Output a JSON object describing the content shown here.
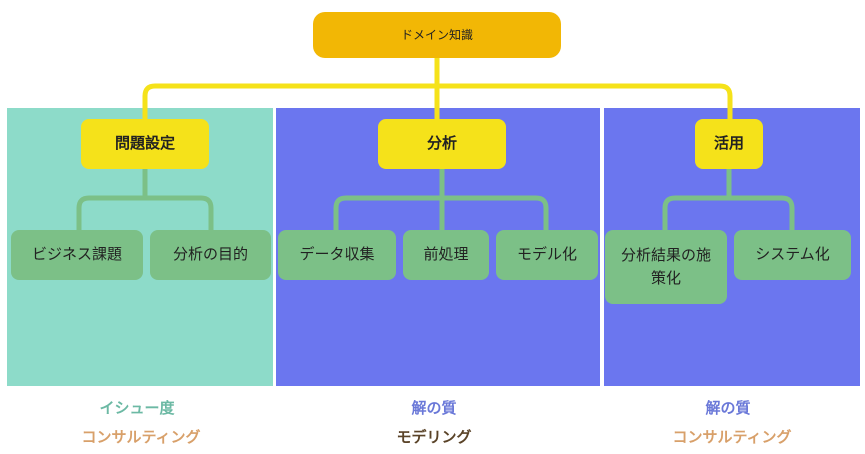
{
  "root": {
    "label": "ドメイン知識"
  },
  "categories": [
    {
      "label": "問題設定",
      "children": [
        "ビジネス課題",
        "分析の目的"
      ]
    },
    {
      "label": "分析",
      "children": [
        "データ収集",
        "前処理",
        "モデル化"
      ]
    },
    {
      "label": "活用",
      "children": [
        "分析結果の施策化",
        "システム化"
      ]
    }
  ],
  "captions": [
    {
      "line1": "イシュー度",
      "line2": "コンサルティング"
    },
    {
      "line1": "解の質",
      "line2": "モデリング"
    },
    {
      "line1": "解の質",
      "line2": "コンサルティング"
    }
  ],
  "colors": {
    "root_fill": "#f2b705",
    "category_fill": "#f5e21a",
    "leaf_fill": "#7cc087",
    "connector_root": "#f5e21a",
    "connector_leaf": "#7cc087",
    "panel_issue": "#8ddbc9",
    "panel_modeling": "#6b76ef",
    "caption_issue": "#6cb9a4",
    "caption_quality": "#6a78d8",
    "caption_consulting": "#d8a06a",
    "caption_modeling": "#5a4328"
  }
}
